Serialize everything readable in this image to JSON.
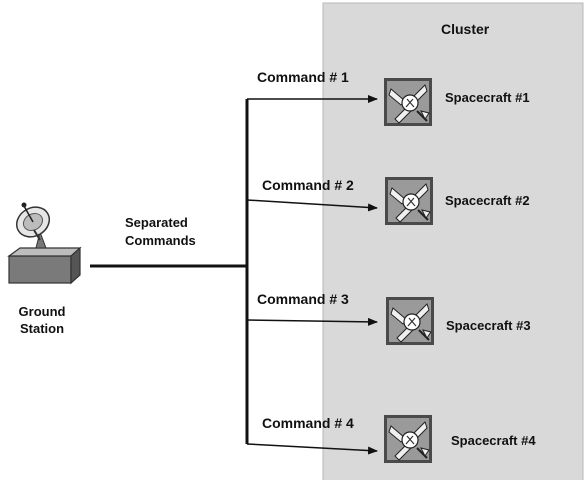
{
  "cluster": {
    "title": "Cluster"
  },
  "ground_station": {
    "line1": "Ground",
    "line2": "Station"
  },
  "separated_commands": {
    "line1": "Separated",
    "line2": "Commands"
  },
  "commands": [
    {
      "label": "Command # 1",
      "spacecraft": "Spacecraft #1"
    },
    {
      "label": "Command # 2",
      "spacecraft": "Spacecraft #2"
    },
    {
      "label": "Command # 3",
      "spacecraft": "Spacecraft #3"
    },
    {
      "label": "Command # 4",
      "spacecraft": "Spacecraft #4"
    }
  ],
  "icons": {
    "ground": "satellite-dish-icon",
    "spacecraft": "spacecraft-icon"
  },
  "colors": {
    "cluster_fill": "#d9d9d9",
    "cluster_border": "#b8b8b8",
    "line": "#111111",
    "icon_bg": "#4a4a4a"
  }
}
